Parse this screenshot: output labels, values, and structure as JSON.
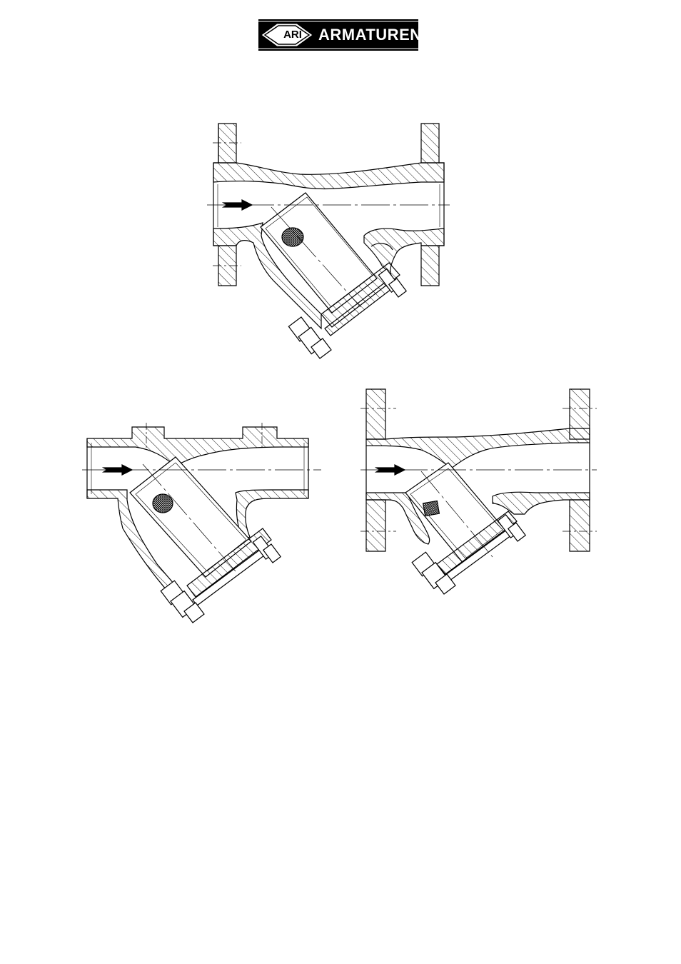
{
  "header": {
    "brand_mark": "ARI",
    "brand_name": "ARMATUREN"
  },
  "figures": [
    {
      "name": "flanged-strainer-top"
    },
    {
      "name": "threaded-strainer-bottom-left"
    },
    {
      "name": "flanged-strainer-bottom-right"
    }
  ],
  "colors": {
    "line": "#000000",
    "background": "#ffffff",
    "logo_bg": "#000000",
    "logo_fg": "#ffffff"
  }
}
